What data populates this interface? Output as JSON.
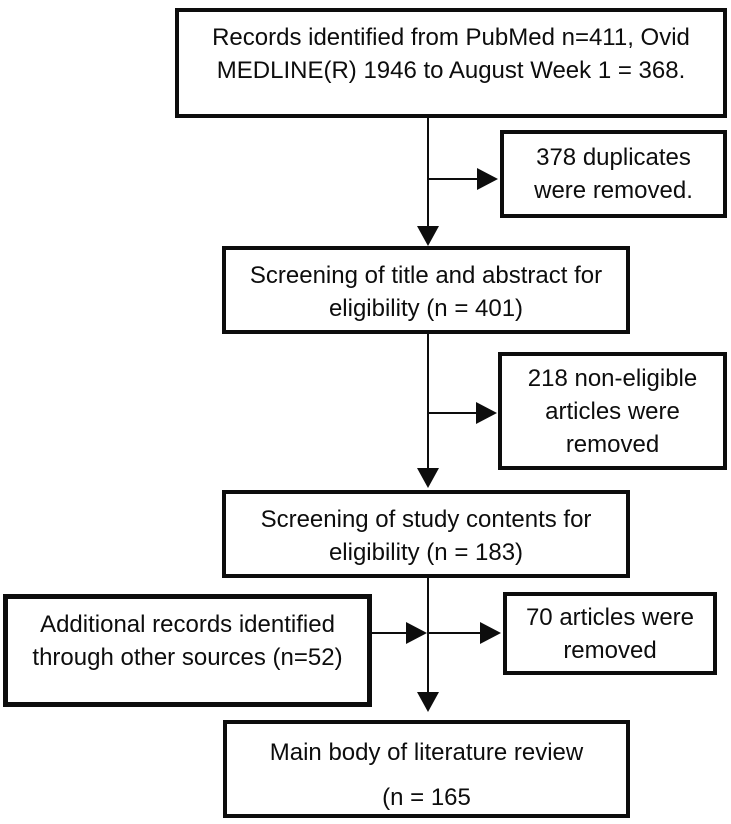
{
  "diagram": {
    "type": "prisma-flowchart",
    "colors": {
      "line": "#0d0d0d",
      "background": "#ffffff"
    },
    "boxes": {
      "records": {
        "lines": [
          "Records identified from PubMed n=411, Ovid",
          "MEDLINE(R) 1946 to August Week 1 = 368."
        ]
      },
      "duplicates": {
        "lines": [
          "378 duplicates",
          "were removed."
        ]
      },
      "title_screening": {
        "lines": [
          "Screening of title and abstract for",
          "eligibility (n = 401)"
        ]
      },
      "noneligible": {
        "lines": [
          "218 non-eligible",
          "articles were",
          "removed"
        ]
      },
      "content_screening": {
        "lines": [
          "Screening of study contents for",
          "eligibility (n = 183)"
        ]
      },
      "additional_records": {
        "lines": [
          "Additional records identified",
          "through other sources (n=52)"
        ]
      },
      "articles_removed": {
        "lines": [
          "70 articles were",
          "removed"
        ]
      },
      "main_body": {
        "lines": [
          "Main body of literature review",
          "(n = 165"
        ]
      }
    }
  }
}
